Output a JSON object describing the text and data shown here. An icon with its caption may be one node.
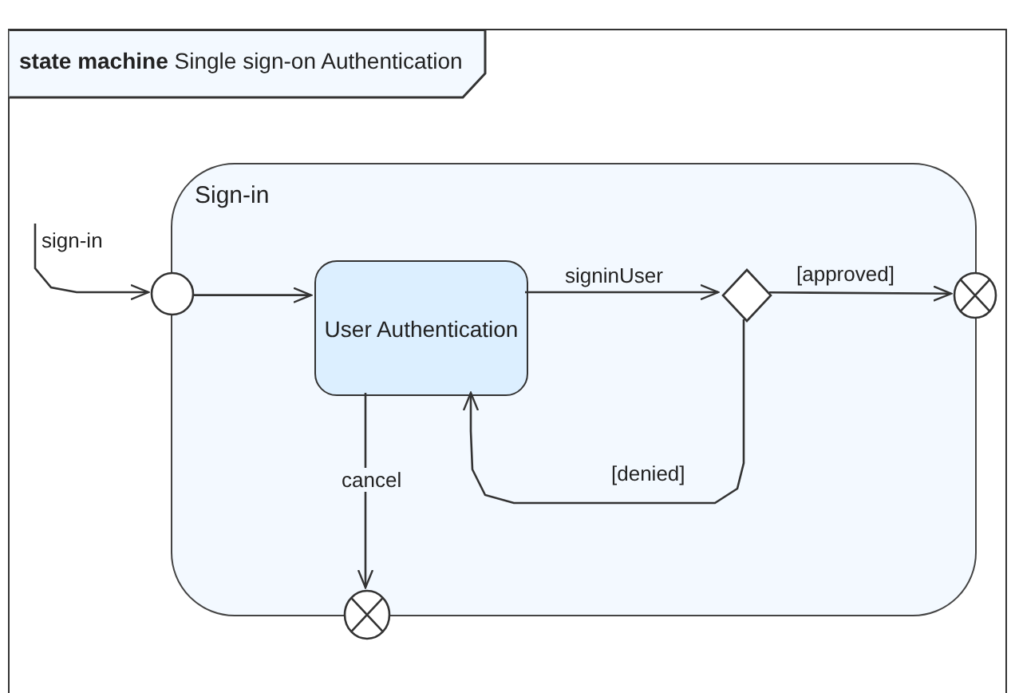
{
  "diagram": {
    "nodes": [
      {
        "text": [
          "**state machine** Single sign-on Authentication"
        ]
      },
      {
        "text": [
          "Sign-in"
        ],
        "in": 0
      },
      {
        "text": [],
        "shape": "circle",
        "in": 0
      },
      {
        "text": [
          "User Authentication"
        ],
        "in": 1
      },
      {
        "text": [],
        "shape": "diamond",
        "in": 1
      },
      {
        "text": [],
        "shape": "circle",
        "in": 0
      },
      {
        "text": [],
        "shape": "circle",
        "in": 0
      }
    ],
    "edges": [
      {
        "from": null,
        "to": 2,
        "arrow": "to",
        "label": "sign-in"
      },
      {
        "from": 2,
        "to": 3,
        "arrow": "to"
      },
      {
        "from": 3,
        "to": 4,
        "arrow": "to",
        "label": "signinUser"
      },
      {
        "from": 4,
        "to": 5,
        "arrow": "to",
        "label": "[approved]"
      },
      {
        "from": 4,
        "to": 3,
        "arrow": "to",
        "label": "[denied]"
      },
      {
        "from": 3,
        "to": 6,
        "arrow": "to",
        "label": "cancel"
      }
    ]
  }
}
